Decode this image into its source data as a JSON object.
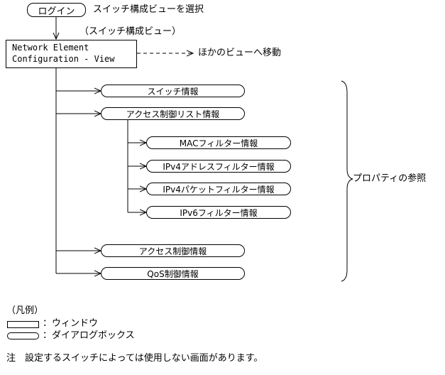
{
  "top": {
    "login_label": "ログイン",
    "select_text": "スイッチ構成ビューを選択",
    "view_caption": "（スイッチ構成ビュー）"
  },
  "main_window": {
    "line1": "Network Element",
    "line2": "Configuration - View"
  },
  "other_view": "ほかのビューへ移動",
  "dialogs": {
    "switch_info": "スイッチ情報",
    "acl_info": "アクセス制御リスト情報",
    "mac_filter": "MACフィルター情報",
    "ipv4_addr_filter": "IPv4アドレスフィルター情報",
    "ipv4_packet_filter": "IPv4パケットフィルター情報",
    "ipv6_filter": "IPv6フィルター情報",
    "access_ctrl_info": "アクセス制御情報",
    "qos_ctrl_info": "QoS制御情報"
  },
  "brace_label": "プロパティの参照",
  "legend": {
    "title": "（凡例）",
    "window": "：ウィンドウ",
    "dialog": "：ダイアログボックス"
  },
  "note": "注　設定するスイッチによっては使用しない画面があります。"
}
